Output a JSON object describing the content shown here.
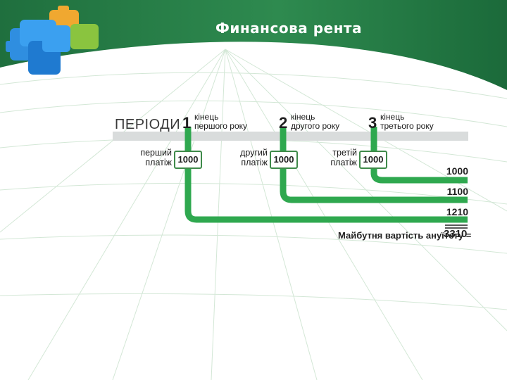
{
  "slide": {
    "title": "Финансова рента",
    "periods_label": "ПЕРІОДИ"
  },
  "periods": [
    {
      "number": "1",
      "line1": "кінець",
      "line2": "першого року"
    },
    {
      "number": "2",
      "line1": "кінець",
      "line2": "другого року"
    },
    {
      "number": "3",
      "line1": "кінець",
      "line2": "третього року"
    }
  ],
  "payments": [
    {
      "line1": "перший",
      "line2": "платіж",
      "amount": "1000"
    },
    {
      "line1": "другий",
      "line2": "платіж",
      "amount": "1000"
    },
    {
      "line1": "третій",
      "line2": "платіж",
      "amount": "1000"
    }
  ],
  "results": [
    "1000",
    "1100",
    "1210"
  ],
  "total": {
    "label": "Майбутня вартість ануїтету =",
    "value": "3310"
  },
  "colors": {
    "header_green": "#2e8a4f",
    "flow_green": "#2fa84f",
    "grid_green": "#c8e2cc"
  }
}
